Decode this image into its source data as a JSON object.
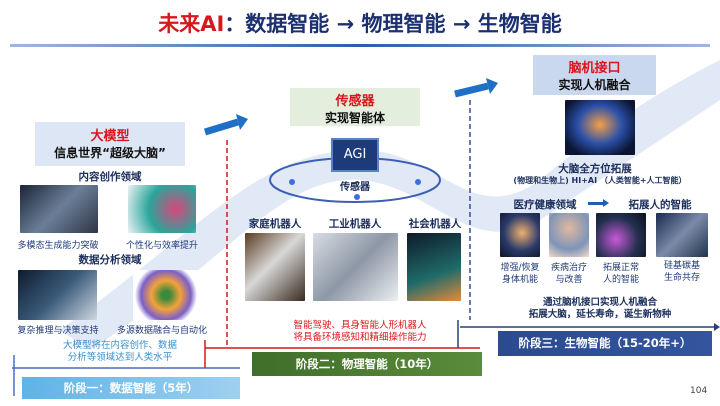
{
  "title": {
    "red": "未来AI",
    "rest": "：数据智能 → 物理智能 → 生物智能"
  },
  "stage1": {
    "box_title": "大模型",
    "box_sub": "信息世界“超级大脑”",
    "section1": "内容创作领域",
    "cap1": "多模态生成能力突破",
    "cap2": "个性化与效率提升",
    "section2": "数据分析领域",
    "cap3": "复杂推理与决策支持",
    "cap4": "多源数据融合与自动化",
    "summary1": "大模型将在内容创作、数据",
    "summary2": "分析等领域达到人类水平",
    "bar": "阶段一：数据智能（5年）"
  },
  "stage2": {
    "box_title": "传感器",
    "box_sub": "实现智能体",
    "chip": "AGI",
    "chip_label": "传感器",
    "robot1": "家庭机器人",
    "robot2": "工业机器人",
    "robot3": "社会机器人",
    "summary1": "智能驾驶、具身智能人形机器人",
    "summary2": "将具备环境感知和精细操作能力",
    "bar": "阶段二：物理智能（10年）"
  },
  "stage3": {
    "box_title": "脑机接口",
    "box_sub": "实现人机融合",
    "head": "大脑全方位拓展",
    "sub": "(物理和生物上) HI+AI （人类智能+人工智能）",
    "left_section": "医疗健康领域",
    "right_section": "拓展人的智能",
    "cap1": [
      "增强/恢复",
      "身体机能"
    ],
    "cap2": [
      "疾病治疗",
      "与改善"
    ],
    "cap3": [
      "拓展正常",
      "人的智能"
    ],
    "cap4": [
      "硅基碳基",
      "生命共存"
    ],
    "summary1": "通过脑机接口实现人机融合",
    "summary2": "拓展大脑，延长寿命，诞生新物种",
    "bar": "阶段三：生物智能（15-20年+）"
  },
  "page_number": "104"
}
